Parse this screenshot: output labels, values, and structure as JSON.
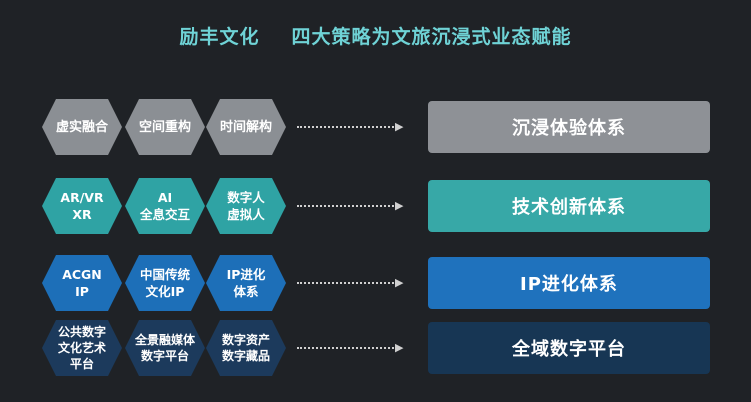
{
  "title": {
    "brand": "励丰文化",
    "headline": "四大策略为文旅沉浸式业态赋能"
  },
  "arrow_glyph": "▶",
  "rows": [
    {
      "hexes": [
        "虚实融合",
        "空间重构",
        "时间解构"
      ],
      "system": "沉浸体验体系"
    },
    {
      "hexes": [
        "AR/VR\nXR",
        "AI\n全息交互",
        "数字人\n虚拟人"
      ],
      "system": "技术创新体系"
    },
    {
      "hexes": [
        "ACGN\nIP",
        "中国传统\n文化IP",
        "IP进化\n体系"
      ],
      "system": "IP进化体系"
    },
    {
      "hexes": [
        "公共数字\n文化艺术\n平台",
        "全景融媒体\n数字平台",
        "数字资产\n数字藏品"
      ],
      "system": "全域数字平台"
    }
  ],
  "colors": {
    "background": "#1f2226",
    "title": "#6fd3d6",
    "row1": "#8e9196",
    "row2": "#37a8a7",
    "row3": "#1f72bd",
    "row4": "#173654"
  }
}
